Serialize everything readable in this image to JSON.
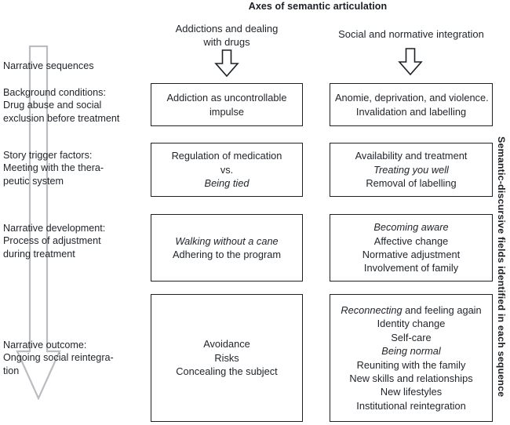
{
  "title": "Axes of semantic articulation",
  "side_caption": "Semantic-discursive fields identified in each sequence",
  "colors": {
    "text": "#22262b",
    "box_border": "#1d2125",
    "arrow_outline": "#1d2125",
    "left_arrow_outline": "#b9bdc2",
    "background": "#ffffff"
  },
  "columns": [
    {
      "label_line1": "Addictions and dealing",
      "label_line2": "with drugs",
      "arrow": "down-arrow"
    },
    {
      "label_line1": "Social and normative integration",
      "label_line2": "",
      "arrow": "down-arrow"
    }
  ],
  "row_labels": [
    {
      "line1": "Narrative sequences",
      "line2": "",
      "line3": ""
    },
    {
      "line1": "Background conditions:",
      "line2": "Drug abuse and social",
      "line3": "exclusion before treatment"
    },
    {
      "line1": "Story trigger factors:",
      "line2": "Meeting with the thera-",
      "line3": "peutic system"
    },
    {
      "line1": "Narrative development:",
      "line2": "Process of adjustment",
      "line3": "during treatment"
    },
    {
      "line1": "Narrative outcome:",
      "line2": "Ongoing social reintegra-",
      "line3": "tion"
    }
  ],
  "cells": {
    "r1c1": [
      {
        "text": "Addiction as uncontrollable",
        "italic": false
      },
      {
        "text": "impulse",
        "italic": false
      }
    ],
    "r1c2": [
      {
        "text": "Anomie, deprivation, and violence.",
        "italic": false
      },
      {
        "text": "Invalidation and labelling",
        "italic": false
      }
    ],
    "r2c1": [
      {
        "text": "Regulation of medication",
        "italic": false
      },
      {
        "text": "vs.",
        "italic": false
      },
      {
        "text": "Being tied",
        "italic": true
      }
    ],
    "r2c2": [
      {
        "text": "Availability and treatment",
        "italic": false
      },
      {
        "text": "Treating you well",
        "italic": true
      },
      {
        "text": "Removal of labelling",
        "italic": false
      }
    ],
    "r3c1": [
      {
        "text": "Walking without a cane",
        "italic": true
      },
      {
        "text": "Adhering to the program",
        "italic": false
      }
    ],
    "r3c2": [
      {
        "text": "Becoming aware",
        "italic": true
      },
      {
        "text": "Affective change",
        "italic": false
      },
      {
        "text": "Normative adjustment",
        "italic": false
      },
      {
        "text": "Involvement of family",
        "italic": false
      }
    ],
    "r4c1": [
      {
        "text": "Avoidance",
        "italic": false
      },
      {
        "text": "Risks",
        "italic": false
      },
      {
        "text": "Concealing the subject",
        "italic": false
      }
    ],
    "r4c2": [
      {
        "text": "Reconnecting and feeling again",
        "italic": "partial",
        "italic_prefix": "Reconnecting",
        "rest": " and feeling again"
      },
      {
        "text": "Identity change",
        "italic": false
      },
      {
        "text": "Self-care",
        "italic": false
      },
      {
        "text": "Being normal",
        "italic": true
      },
      {
        "text": "Reuniting with the family",
        "italic": false
      },
      {
        "text": "New skills and relationships",
        "italic": false
      },
      {
        "text": "New lifestyles",
        "italic": false
      },
      {
        "text": "Institutional reintegration",
        "italic": false
      }
    ]
  }
}
